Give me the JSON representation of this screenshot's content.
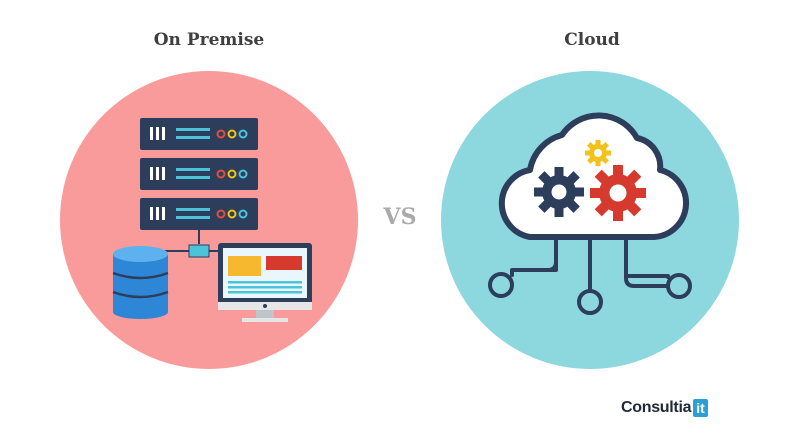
{
  "labels": {
    "left_title": "On Premise",
    "right_title": "Cloud",
    "vs": "VS"
  },
  "brand": {
    "name": "Consultia",
    "suffix": "it"
  },
  "colors": {
    "left_circle": "#f99b9b",
    "right_circle": "#8dd7df",
    "server": "#2c3e5c",
    "database": "#2e86d6",
    "gear_dark": "#2c3e5c",
    "gear_red": "#d63a2e",
    "gear_yellow": "#f3c21a"
  }
}
